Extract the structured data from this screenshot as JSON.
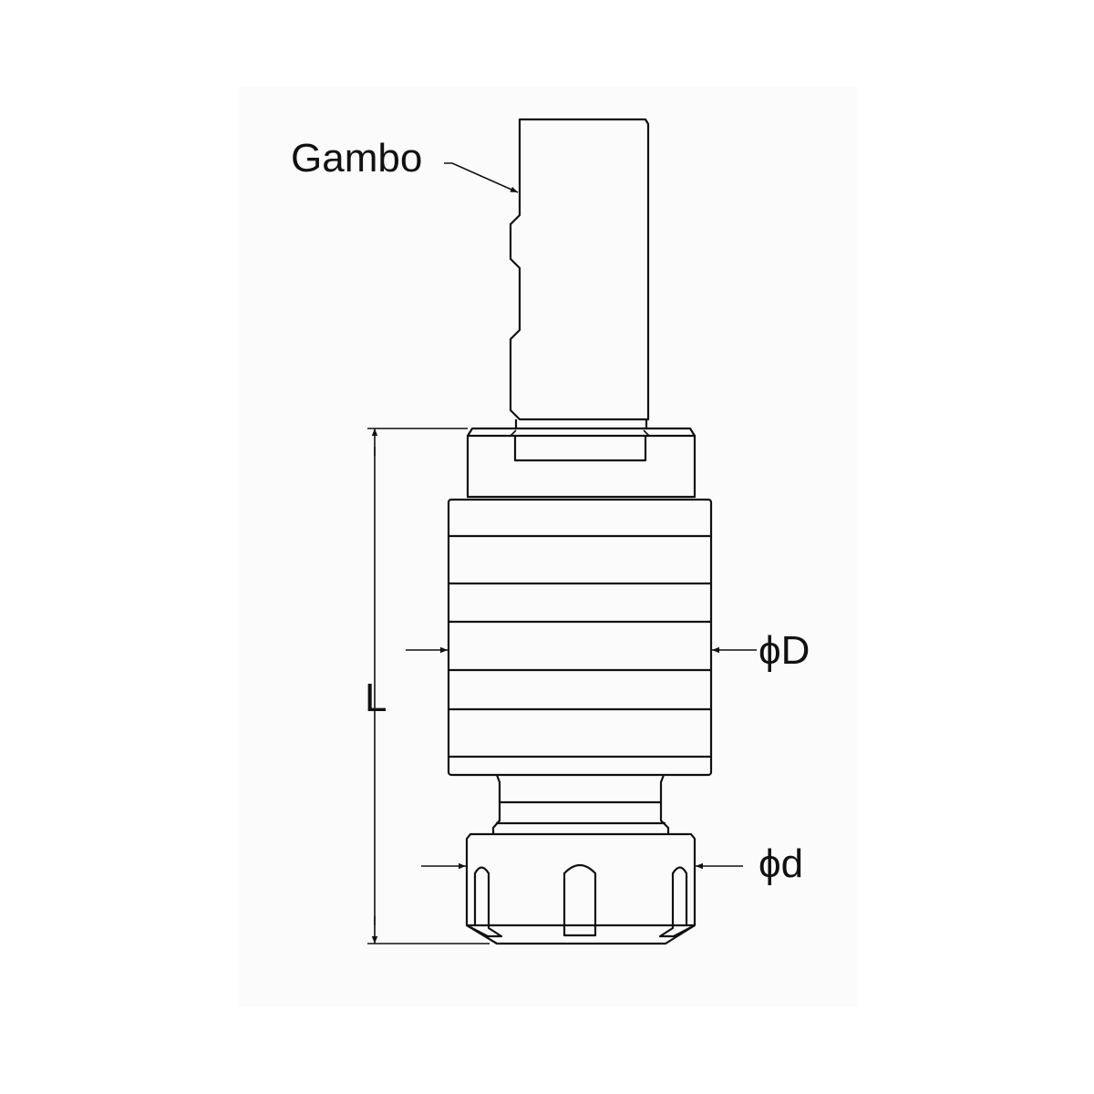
{
  "labels": {
    "shank": "Gambo",
    "length": "L",
    "body_diameter": "ϕD",
    "collet_diameter": "ϕd"
  }
}
